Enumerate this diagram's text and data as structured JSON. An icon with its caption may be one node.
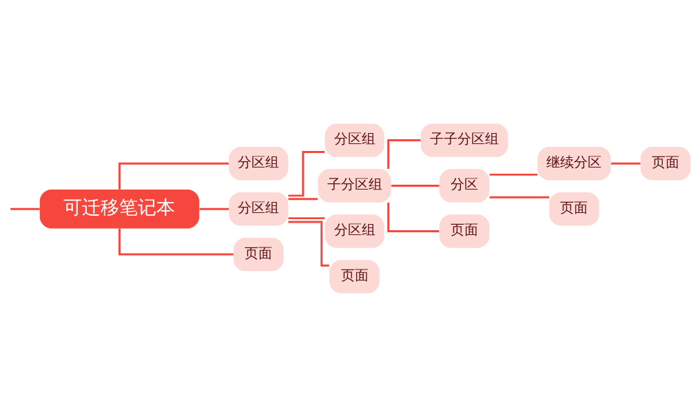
{
  "diagram": {
    "nodes": [
      {
        "text": [
          "可迁移笔记本"
        ]
      },
      {
        "text": [
          "分区组"
        ]
      },
      {
        "text": [
          "分区组"
        ]
      },
      {
        "text": [
          "分区组"
        ]
      },
      {
        "text": [
          "子分区组"
        ]
      },
      {
        "text": [
          "子子分区组"
        ]
      },
      {
        "text": [
          "分区"
        ]
      },
      {
        "text": [
          "继续分区"
        ]
      },
      {
        "text": [
          "页面"
        ]
      },
      {
        "text": [
          "页面"
        ]
      },
      {
        "text": [
          "页面"
        ]
      },
      {
        "text": [
          "分区组"
        ]
      },
      {
        "text": [
          "页面"
        ]
      },
      {
        "text": [
          "页面"
        ]
      }
    ],
    "edges": [
      {
        "from": null,
        "to": 0,
        "arrow": "none"
      },
      {
        "from": 0,
        "to": 1,
        "arrow": "none"
      },
      {
        "from": 0,
        "to": 2,
        "arrow": "none"
      },
      {
        "from": 0,
        "to": 13,
        "arrow": "none"
      },
      {
        "from": 2,
        "to": 3,
        "arrow": "none"
      },
      {
        "from": 2,
        "to": 4,
        "arrow": "none"
      },
      {
        "from": 2,
        "to": 11,
        "arrow": "none"
      },
      {
        "from": 2,
        "to": 12,
        "arrow": "none"
      },
      {
        "from": 4,
        "to": 5,
        "arrow": "none"
      },
      {
        "from": 4,
        "to": 6,
        "arrow": "none"
      },
      {
        "from": 4,
        "to": 10,
        "arrow": "none"
      },
      {
        "from": 6,
        "to": 7,
        "arrow": "none"
      },
      {
        "from": 6,
        "to": 9,
        "arrow": "none"
      },
      {
        "from": 7,
        "to": 8,
        "arrow": "none"
      }
    ]
  }
}
